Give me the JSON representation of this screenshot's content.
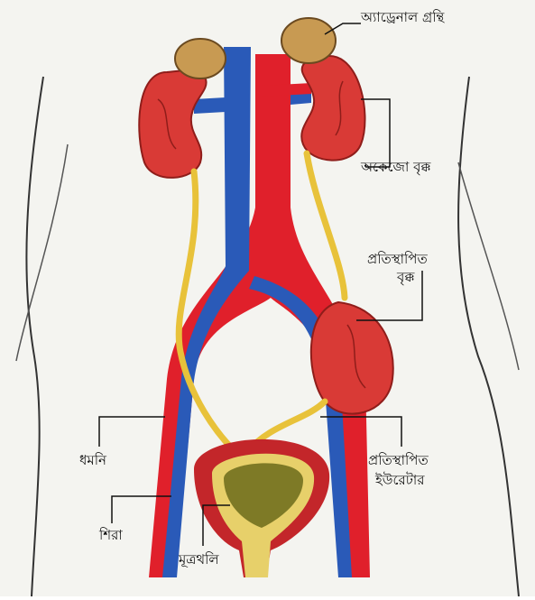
{
  "labels": {
    "adrenal": "অ্যাড্রেনাল গ্রন্থি",
    "defunct_kidney": "অকেজো বৃক্ক",
    "transplant_kidney_line1": "প্রতিস্থাপিত",
    "transplant_kidney_line2": "বৃক্ক",
    "artery": "ধমনি",
    "transplant_ureter_line1": "প্রতিস্থাপিত",
    "transplant_ureter_line2": "ইউরেটার",
    "vein": "শিরা",
    "bladder": "মূত্রথলি"
  },
  "colors": {
    "artery": "#e0202b",
    "vein": "#2a5ab8",
    "kidney": "#d93a36",
    "kidney_dark": "#8f1d1a",
    "adrenal": "#c89a52",
    "ureter": "#e8c23a",
    "bladder_outer": "#c3262a",
    "bladder_inner": "#e7d06a",
    "bladder_urine": "#7e7a26",
    "paper": "#f4f4f0"
  }
}
